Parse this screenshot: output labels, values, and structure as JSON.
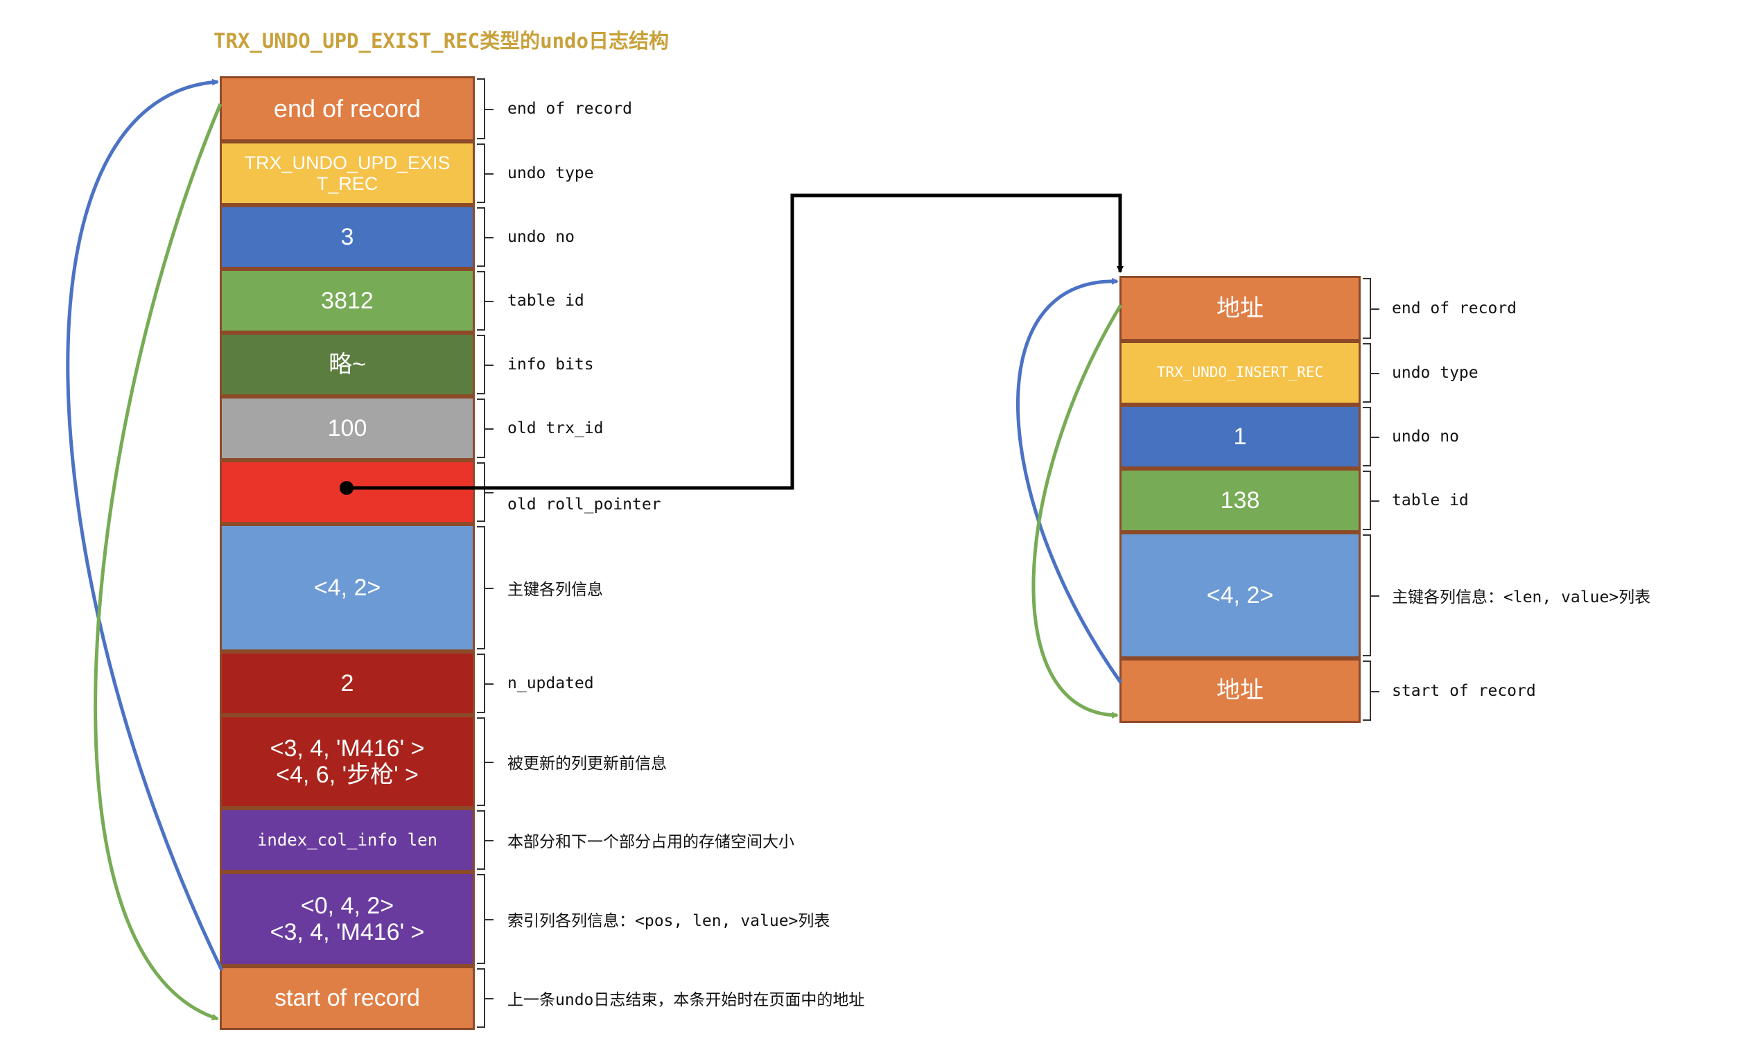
{
  "title": "TRX_UNDO_UPD_EXIST_REC类型的undo日志结构",
  "left_record": {
    "fields": [
      {
        "lines": [
          "end of record"
        ],
        "label": "end of record",
        "color": "#e07f45"
      },
      {
        "lines": [
          "TRX_UNDO_UPD_EXIS",
          "T_REC"
        ],
        "label": "undo type",
        "color": "#f5c24a"
      },
      {
        "lines": [
          "3"
        ],
        "label": "undo no",
        "color": "#4672c0"
      },
      {
        "lines": [
          "3812"
        ],
        "label": "table id",
        "color": "#77ab55"
      },
      {
        "lines": [
          "略~"
        ],
        "label": "info bits",
        "color": "#5b7d3f"
      },
      {
        "lines": [
          "100"
        ],
        "label": "old trx_id",
        "color": "#a5a5a5"
      },
      {
        "lines": [
          ""
        ],
        "label": "old roll_pointer",
        "color": "#ea3429"
      },
      {
        "lines": [
          "<4, 2>"
        ],
        "label": "主键各列信息",
        "color": "#6c9ad4"
      },
      {
        "lines": [
          "2"
        ],
        "label": "n_updated",
        "color": "#a9231c"
      },
      {
        "lines": [
          "<3, 4, 'M416' >",
          "<4, 6, '步枪' >"
        ],
        "label": "被更新的列更新前信息",
        "color": "#a9231c"
      },
      {
        "lines": [
          "index_col_info len"
        ],
        "label": "本部分和下一个部分占用的存储空间大小",
        "color": "#6a3b9e"
      },
      {
        "lines": [
          "<0, 4, 2>",
          "<3, 4, 'M416' >"
        ],
        "label": "索引列各列信息：<pos, len, value>列表",
        "color": "#6a3b9e"
      },
      {
        "lines": [
          "start of record"
        ],
        "label": "上一条undo日志结束，本条开始时在页面中的地址",
        "color": "#e07f45"
      }
    ]
  },
  "right_record": {
    "fields": [
      {
        "lines": [
          "地址"
        ],
        "label": "end of record",
        "color": "#e07f45"
      },
      {
        "lines": [
          "TRX_UNDO_INSERT_REC"
        ],
        "label": "undo type",
        "color": "#f5c24a"
      },
      {
        "lines": [
          "1"
        ],
        "label": "undo no",
        "color": "#4672c0"
      },
      {
        "lines": [
          "138"
        ],
        "label": "table id",
        "color": "#77ab55"
      },
      {
        "lines": [
          "<4, 2>"
        ],
        "label": "主键各列信息：<len, value>列表",
        "color": "#6c9ad4"
      },
      {
        "lines": [
          "地址"
        ],
        "label": "start of record",
        "color": "#e07f45"
      }
    ]
  },
  "colors": {
    "blue_arrow": "#4b72c4",
    "green_arrow": "#77ab55",
    "pointer_arrow": "#000000",
    "title": "#c8a13a"
  }
}
